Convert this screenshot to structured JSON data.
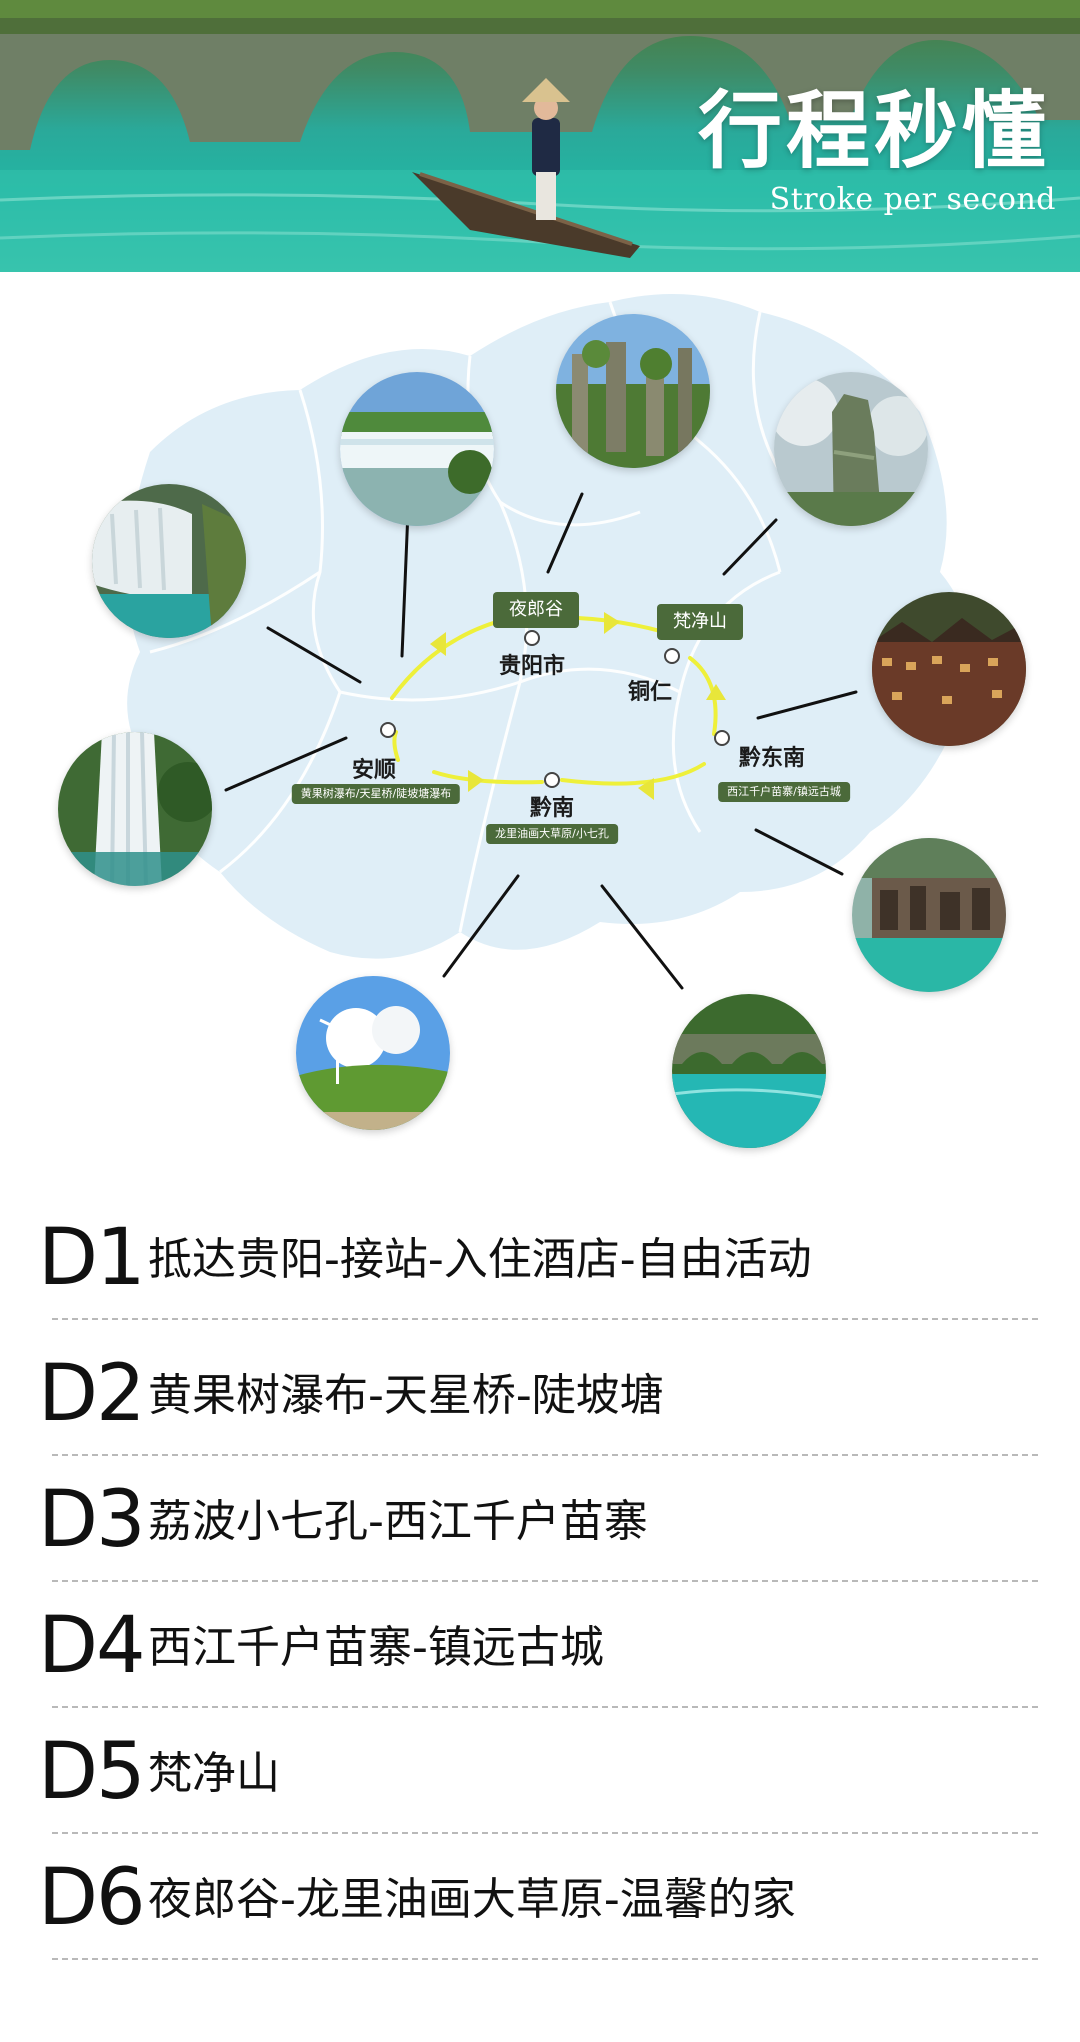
{
  "header": {
    "title": "行程秒懂",
    "subtitle": "Stroke per second"
  },
  "colors": {
    "accent_green": "#4b6a3a",
    "map_fill": "#dfeef7",
    "route_yellow": "#eef03a",
    "water_teal": "#2fb8a6"
  },
  "map": {
    "cities": {
      "guiyang": "贵阳市",
      "tongren": "铜仁",
      "qiandongnan": "黔东南",
      "qiannan": "黔南",
      "anshun": "安顺"
    },
    "tags": {
      "yelanggu": "夜郎谷",
      "fanjingshan": "梵净山",
      "anshun_sights": "黄果树瀑布/天星桥/陡坡塘瀑布",
      "qiannan_sights": "龙里油画大草原/小七孔",
      "qiandongnan_sights": "西江千户苗寨/镇远古城"
    },
    "photos": [
      {
        "icon": "waterfall-wide-photo"
      },
      {
        "icon": "karst-forest-photo"
      },
      {
        "icon": "fanjing-mountain-photo"
      },
      {
        "icon": "cascade-photo"
      },
      {
        "icon": "miao-village-photo"
      },
      {
        "icon": "huangguoshu-waterfall-photo"
      },
      {
        "icon": "river-town-photo"
      },
      {
        "icon": "grassland-windmill-photo"
      },
      {
        "icon": "xiaoqikong-bridge-photo"
      }
    ]
  },
  "itinerary": [
    {
      "day": "D1",
      "text": "抵达贵阳-接站-入住酒店-自由活动"
    },
    {
      "day": "D2",
      "text": "黄果树瀑布-天星桥-陡坡塘"
    },
    {
      "day": "D3",
      "text": "荔波小七孔-西江千户苗寨"
    },
    {
      "day": "D4",
      "text": "西江千户苗寨-镇远古城"
    },
    {
      "day": "D5",
      "text": "梵净山"
    },
    {
      "day": "D6",
      "text": "夜郎谷-龙里油画大草原-温馨的家"
    }
  ]
}
